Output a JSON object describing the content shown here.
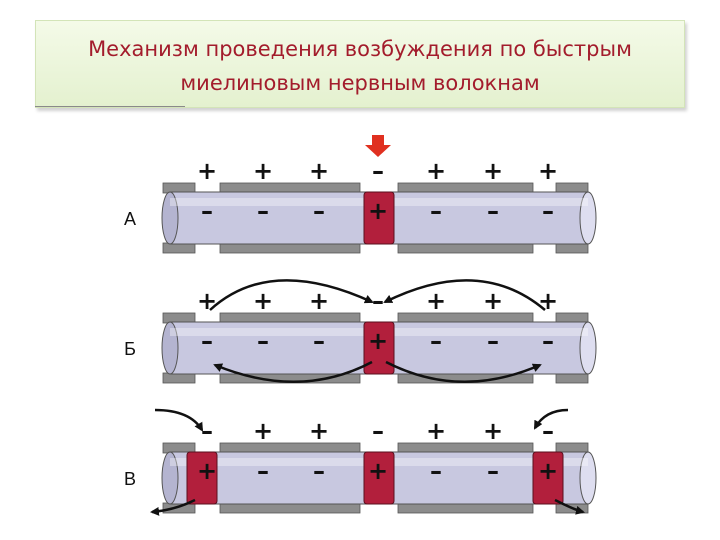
{
  "title": {
    "line1": "Механизм  проведения возбуждения по  быстрым",
    "line2": "миелиновым  нервным  волокнам"
  },
  "colors": {
    "title_text": "#a31c2c",
    "fiber": "#c8c8e0",
    "node": "#b21f3c",
    "sheath_cap": "#8c8c8c",
    "arrow_stimulus": "#e03020",
    "arrow_current": "#111111"
  },
  "rows": [
    {
      "label": "А",
      "outer_signs": [
        "+",
        "+",
        "+",
        "–",
        "+",
        "+",
        "+"
      ],
      "inner_signs": [
        "–",
        "–",
        "–",
        "+",
        "–",
        "–",
        "–"
      ]
    },
    {
      "label": "Б",
      "outer_signs": [
        "+",
        "+",
        "+",
        "–",
        "+",
        "+",
        "+"
      ],
      "inner_signs": [
        "–",
        "–",
        "–",
        "+",
        "–",
        "–",
        "–"
      ]
    },
    {
      "label": "В",
      "outer_signs": [
        "–",
        "+",
        "+",
        "–",
        "+",
        "+",
        "–"
      ],
      "inner_signs": [
        "+",
        "–",
        "–",
        "+",
        "–",
        "–",
        "+"
      ]
    }
  ]
}
